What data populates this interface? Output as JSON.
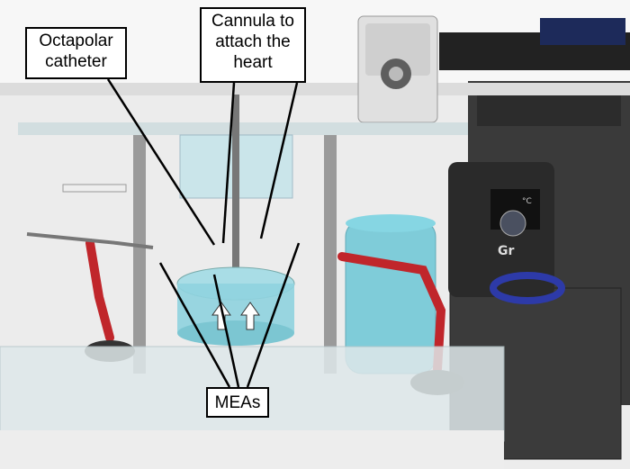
{
  "labels": {
    "octapolar_catheter": "Octapolar catheter",
    "cannula": "Cannula to attach the heart",
    "meas": "MEAs"
  },
  "device_label": {
    "display_unit": "°C",
    "brand_partial": "Gr"
  },
  "colors": {
    "callout_fill": "#ffffff",
    "callout_border": "#000000",
    "bath_water": "#6cc7d6",
    "clamp_arm": "#c0262b",
    "heater_body": "#2a2a2a"
  }
}
